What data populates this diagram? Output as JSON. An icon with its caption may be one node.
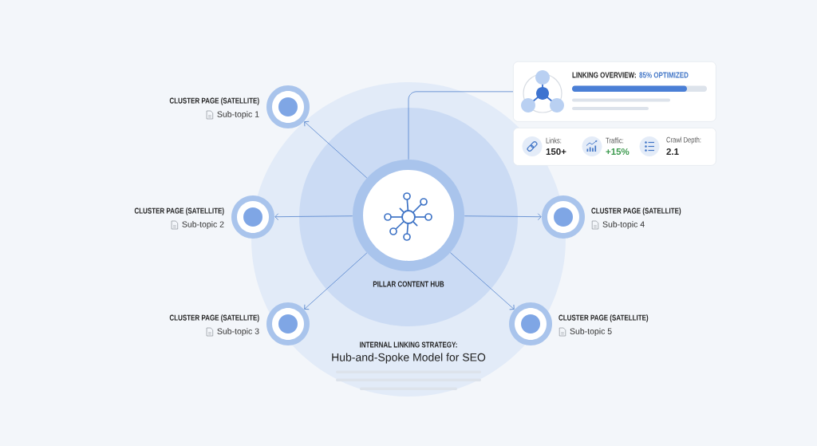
{
  "diagram": {
    "title": "Hub-and-Spoke Model for SEO",
    "nodes": [
      {
        "text": [
          "PILLAR CONTENT HUB"
        ]
      },
      {
        "text": [
          "CLUSTER PAGE (SATELLITE)",
          "Sub-topic 1"
        ]
      },
      {
        "text": [
          "CLUSTER PAGE (SATELLITE)",
          "Sub-topic 2"
        ]
      },
      {
        "text": [
          "CLUSTER PAGE (SATELLITE)",
          "Sub-topic 3"
        ]
      },
      {
        "text": [
          "CLUSTER PAGE (SATELLITE)",
          "Sub-topic 4"
        ]
      },
      {
        "text": [
          "CLUSTER PAGE (SATELLITE)",
          "Sub-topic 5"
        ]
      },
      {
        "text": [
          "LINKING OVERVIEW:",
          "85% OPTIMIZED"
        ]
      },
      {
        "text": [
          "Links:",
          "150+",
          "Traffic:",
          "+15%",
          "Crawl Depth:",
          "2.1"
        ]
      }
    ],
    "edges": [
      {
        "from": 0,
        "to": 1,
        "arrow": "to"
      },
      {
        "from": 0,
        "to": 2,
        "arrow": "to"
      },
      {
        "from": 0,
        "to": 3,
        "arrow": "to"
      },
      {
        "from": 0,
        "to": 4,
        "arrow": "to"
      },
      {
        "from": 0,
        "to": 5,
        "arrow": "to"
      },
      {
        "from": 0,
        "to": 6,
        "arrow": "none"
      }
    ],
    "labels": [
      "INTERNAL LINKING STRATEGY:"
    ]
  }
}
